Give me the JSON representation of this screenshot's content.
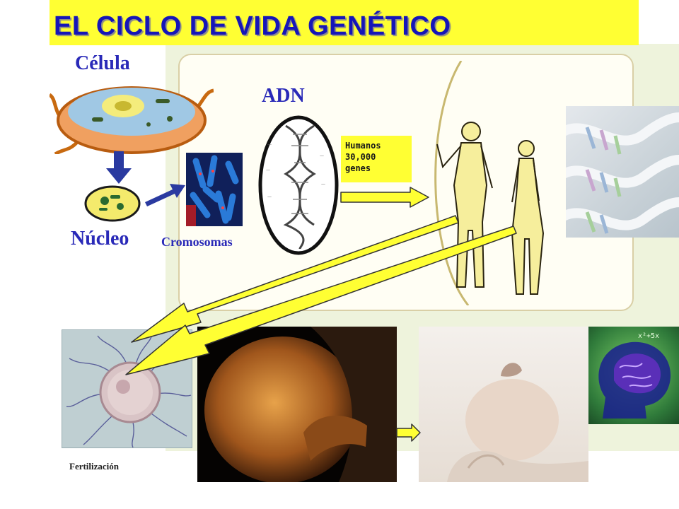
{
  "title": "EL CICLO DE VIDA GENÉTICO",
  "labels": {
    "cell": "Célula",
    "dna": "ADN",
    "nucleus": "Núcleo",
    "chromosomes": "Cromosomas",
    "fertilization": "Fertilización"
  },
  "humans_box": {
    "line1": "Humanos",
    "line2": "30,000",
    "line3": "genes"
  },
  "colors": {
    "title_text": "#1616b8",
    "title_bar": "#ffff33",
    "arrow_fill": "#ffff33",
    "label_text": "#2a2ab8"
  },
  "icons": [
    "cell-illustration",
    "nucleus-illustration",
    "chromosomes-photo",
    "dna-helix-illustration",
    "human-figures-illustration",
    "dna-strands-photo",
    "egg-cell-illustration",
    "pregnant-belly-photo",
    "newborn-baby-photo",
    "brain-illustration"
  ]
}
